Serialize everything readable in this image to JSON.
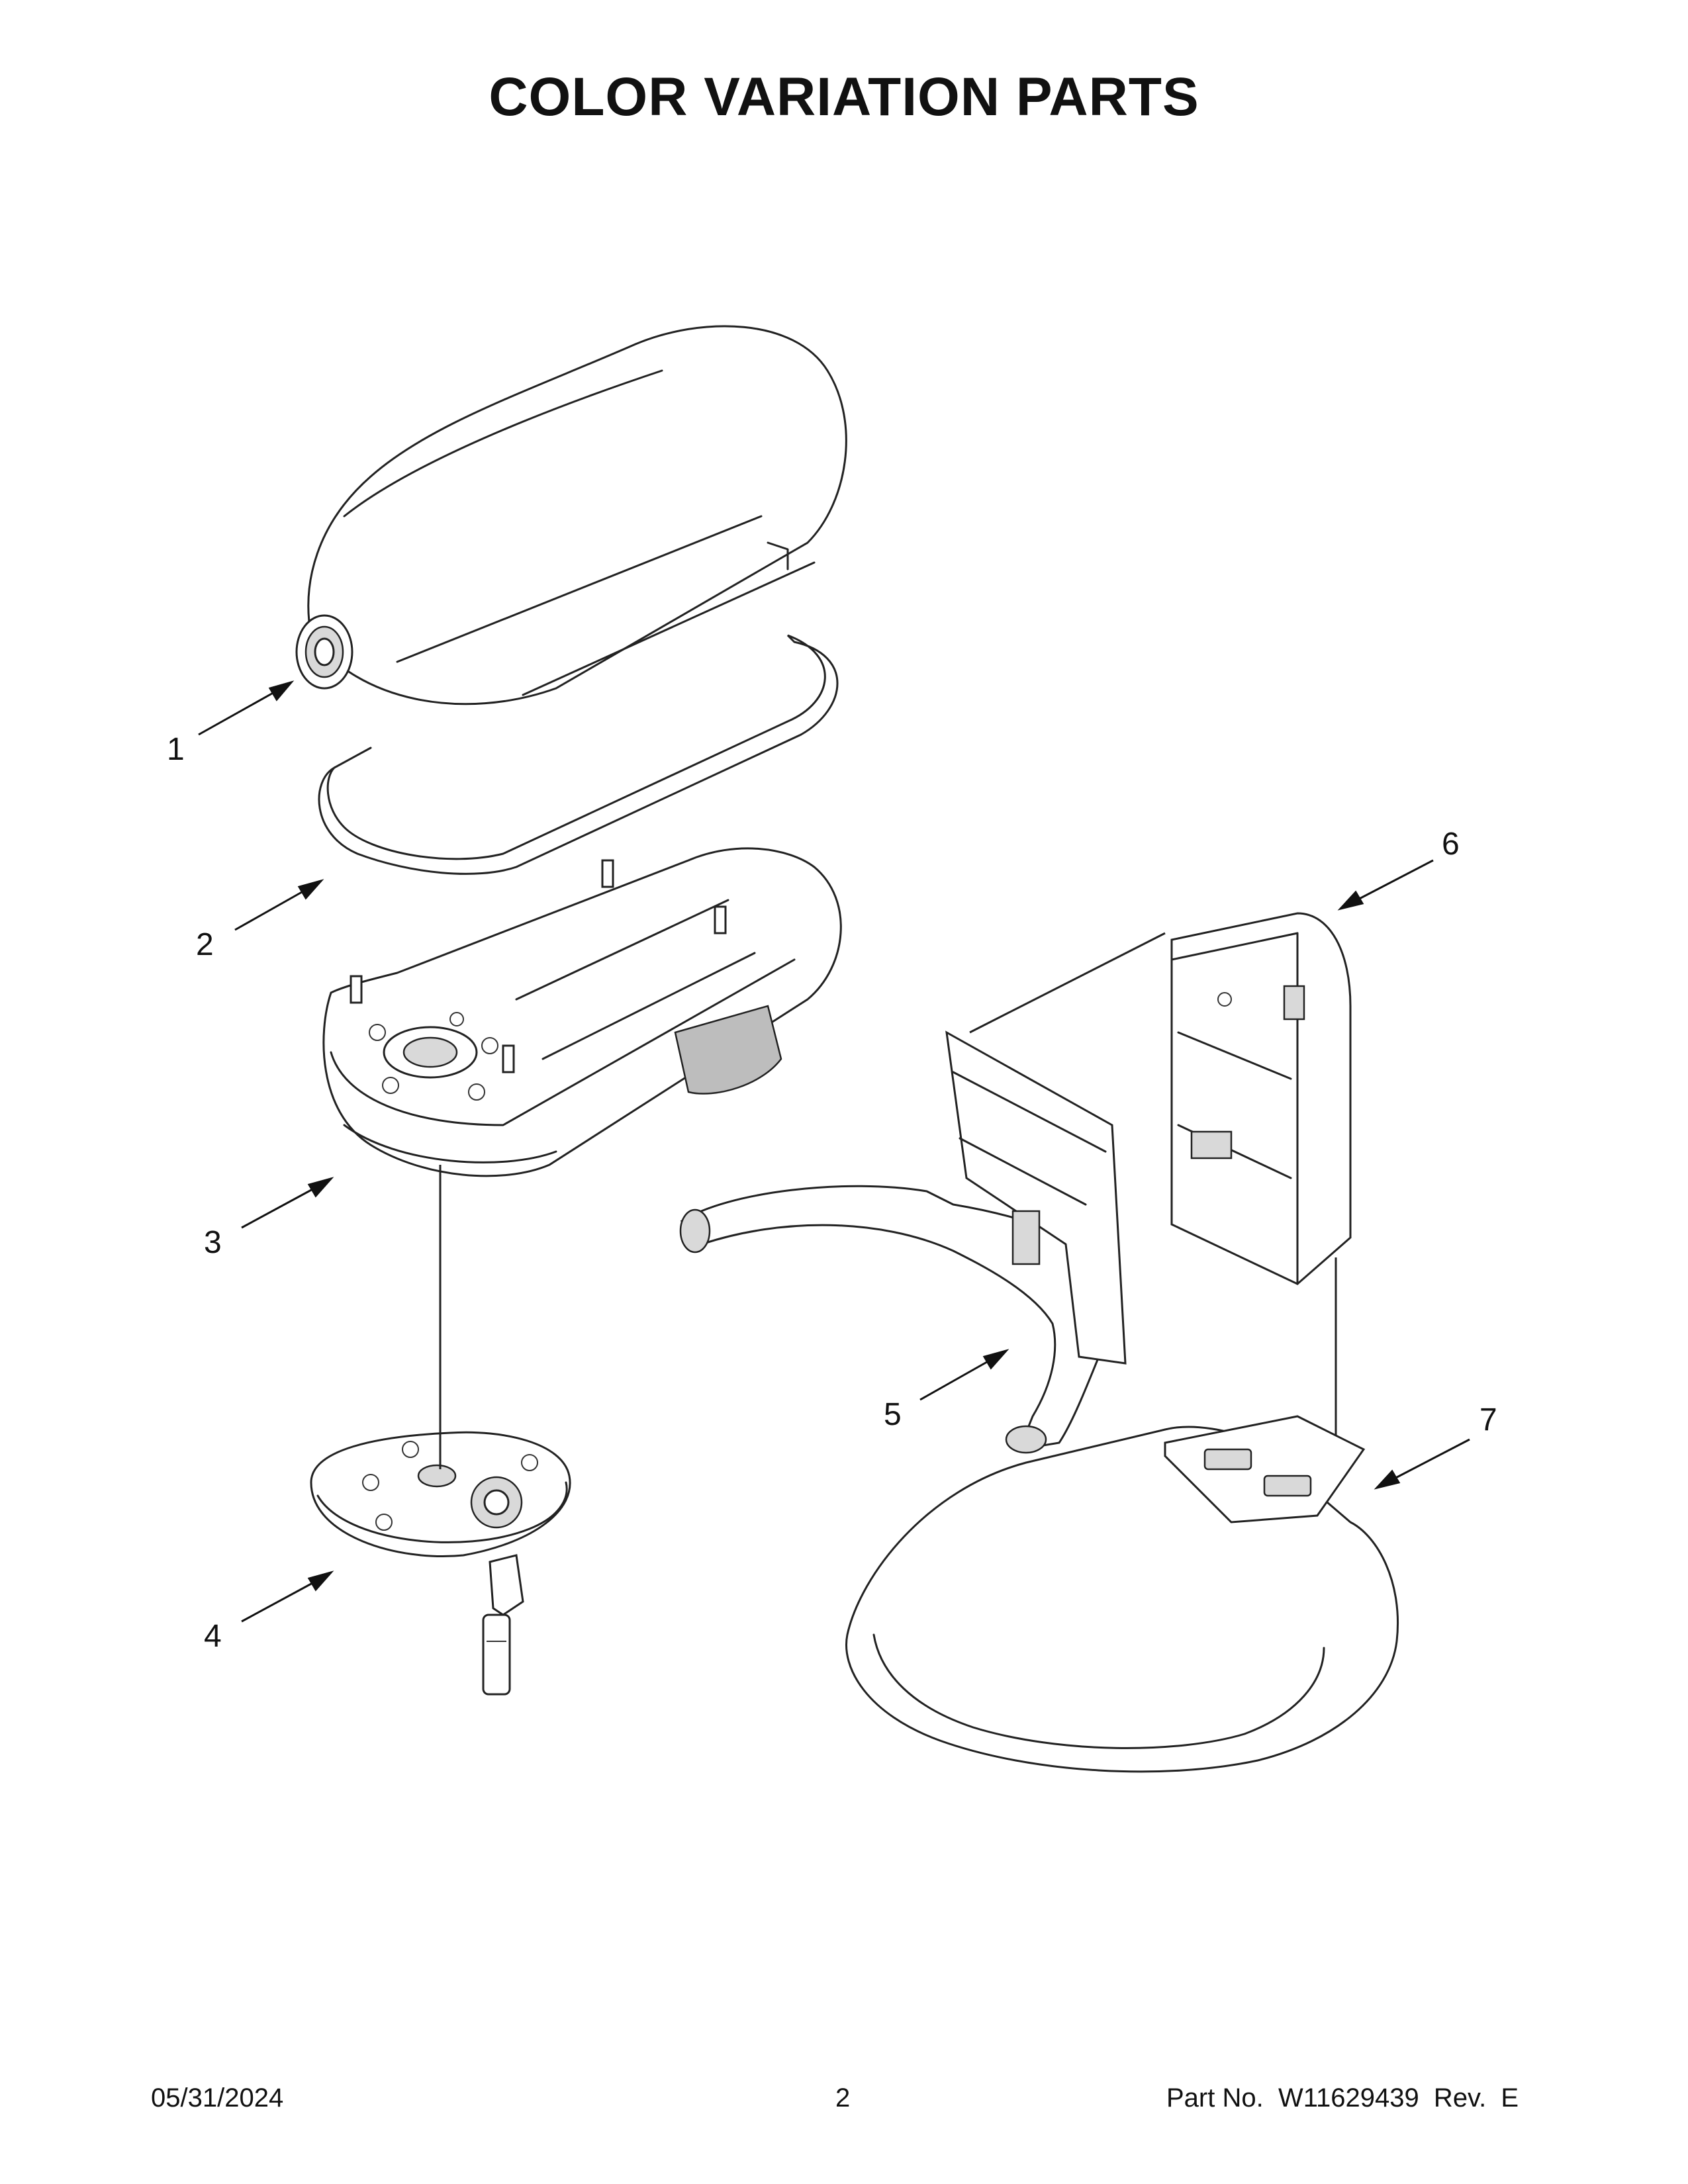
{
  "title": "COLOR VARIATION PARTS",
  "callouts": [
    "1",
    "2",
    "3",
    "4",
    "5",
    "6",
    "7"
  ],
  "footer": {
    "date": "05/31/2024",
    "page": "2",
    "part_no": "Part No.  W11629439  Rev.  E"
  }
}
